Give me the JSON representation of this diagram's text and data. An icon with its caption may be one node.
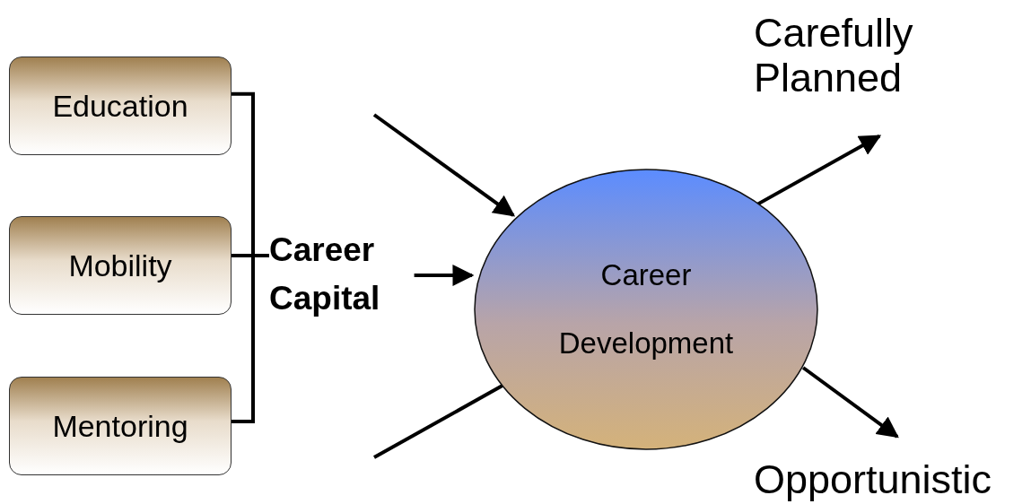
{
  "diagram": {
    "nodes": [
      {
        "text": [
          "Education"
        ]
      },
      {
        "text": [
          "Mobility"
        ]
      },
      {
        "text": [
          "Mentoring"
        ]
      },
      {
        "text": [
          "Career Capital"
        ]
      },
      {
        "text": [
          "Career Development"
        ]
      },
      {
        "text": [
          "Carefully Planned"
        ]
      },
      {
        "text": [
          "Opportunistic"
        ]
      }
    ],
    "edges": [
      {
        "from": 0,
        "to": 3,
        "arrow": "none"
      },
      {
        "from": 1,
        "to": 3,
        "arrow": "none"
      },
      {
        "from": 2,
        "to": 3,
        "arrow": "none"
      },
      {
        "from": 3,
        "to": 4,
        "arrow": "to"
      },
      {
        "from": null,
        "to": 4,
        "arrow": "to"
      },
      {
        "from": null,
        "to": 4,
        "arrow": "none"
      },
      {
        "from": 4,
        "to": 5,
        "arrow": "to"
      },
      {
        "from": 4,
        "to": 6,
        "arrow": "to"
      }
    ]
  }
}
